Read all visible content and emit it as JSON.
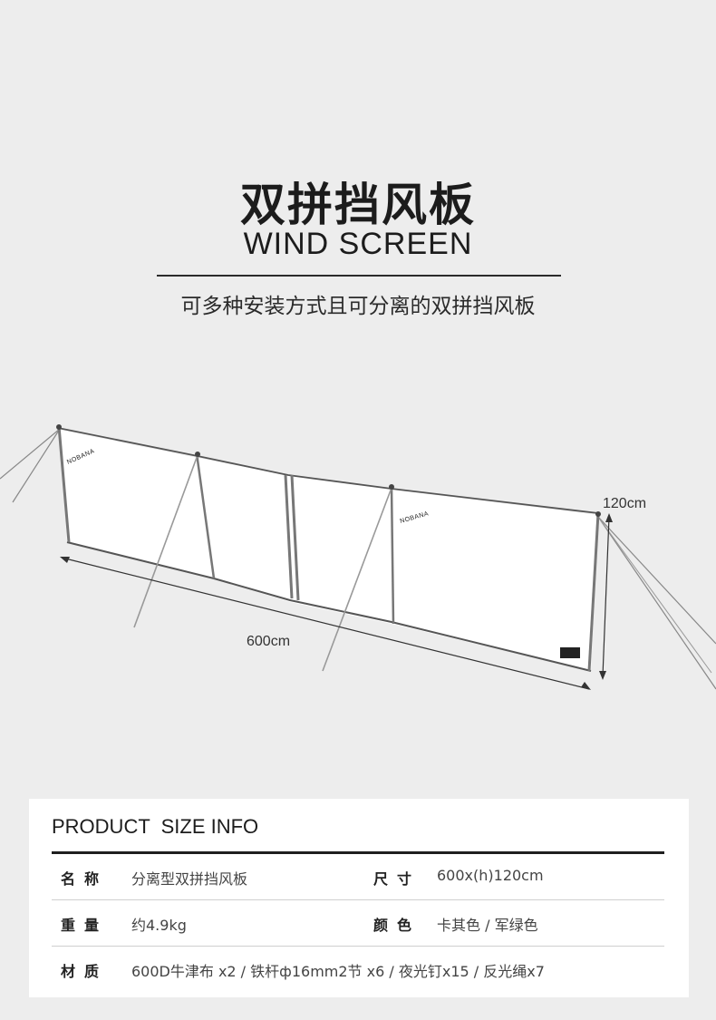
{
  "header": {
    "title_cn": "双拼挡风板",
    "title_en": "WIND SCREEN",
    "subtitle": "可多种安装方式且可分离的双拼挡风板"
  },
  "illustration": {
    "brand": "NOBANA",
    "dim_height": "120cm",
    "dim_length": "600cm"
  },
  "info": {
    "heading": "PRODUCT  SIZE INFO",
    "rows": [
      [
        {
          "label": "名称",
          "value": "分离型双拼挡风板"
        },
        {
          "label": "尺寸",
          "value": "600x(h)120cm"
        }
      ],
      [
        {
          "label": "重量",
          "value": "约4.9kg"
        },
        {
          "label": "颜色",
          "value": "卡其色 / 军绿色"
        }
      ],
      [
        {
          "label": "材质",
          "value": "600D牛津布 x2 / 铁杆ф16mm2节 x6  /  夜光钉x15 / 反光绳x7"
        }
      ]
    ]
  }
}
